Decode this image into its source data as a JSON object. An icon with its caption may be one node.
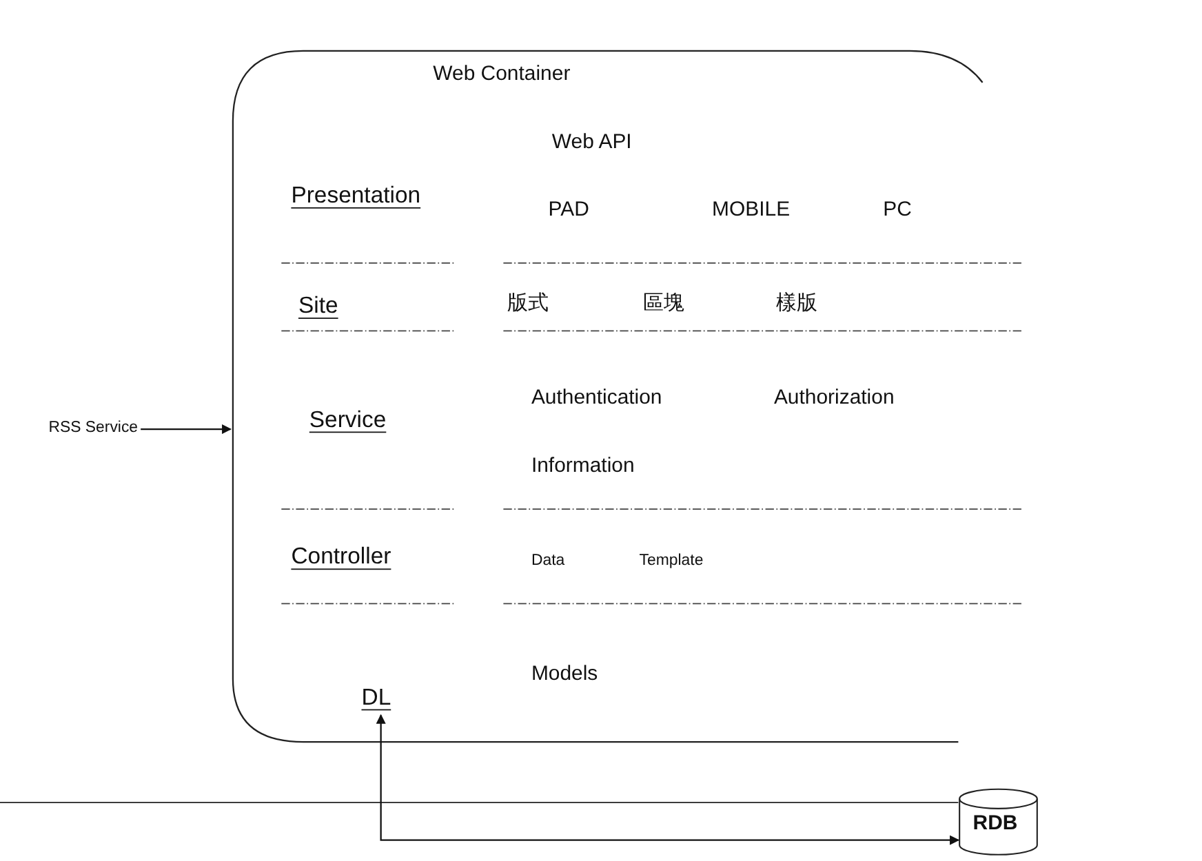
{
  "diagram": {
    "nodes": [
      {
        "text": [
          "Web Container"
        ]
      },
      {
        "text": [
          "RSS Service"
        ]
      },
      {
        "text": [
          "DL"
        ],
        "in": 0
      },
      {
        "text": [
          "RDB"
        ]
      }
    ],
    "edges": [
      {
        "from": 1,
        "to": 0,
        "arrow": "to"
      },
      {
        "from": 2,
        "to": 3,
        "arrow": "both"
      }
    ],
    "labels": [
      "Web API",
      "Presentation",
      "PAD",
      "MOBILE",
      "PC",
      "Site",
      "版式",
      "區塊",
      "樣版",
      "Service",
      "Authentication",
      "Authorization",
      "Information",
      "Controller",
      "Data",
      "Template",
      "Models"
    ]
  }
}
